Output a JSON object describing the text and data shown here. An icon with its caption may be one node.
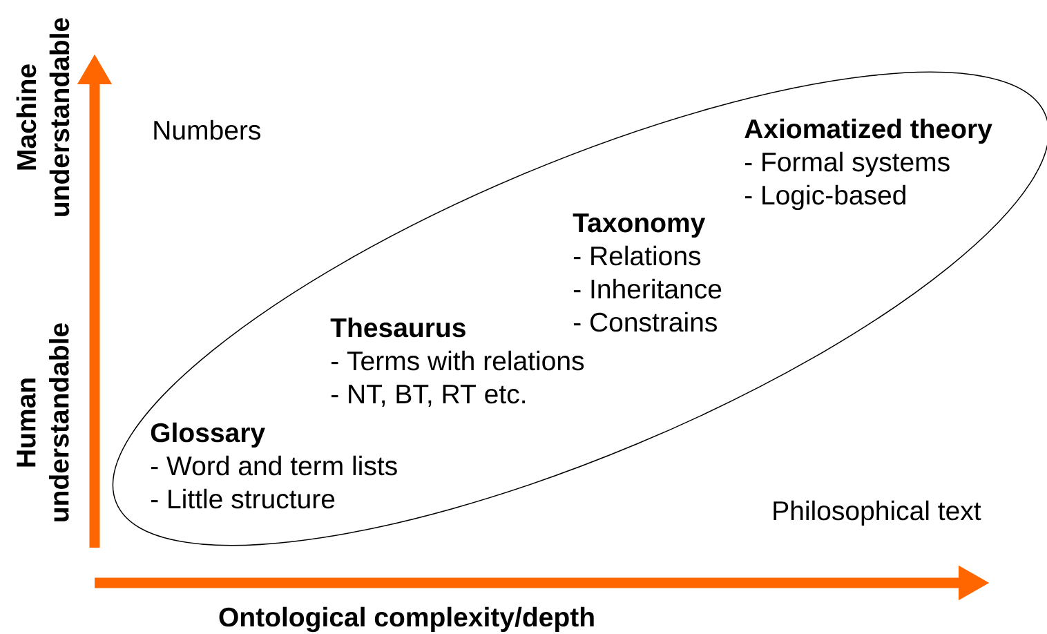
{
  "diagram": {
    "labels": [
      "Machine understandable",
      "Numbers",
      "Axiomatized theory",
      "- Formal systems",
      "- Logic-based",
      "Taxonomy",
      "- Relations",
      "- Inheritance",
      "- Constrains",
      "Thesaurus",
      "- Terms with relations",
      "- NT, BT, RT etc.",
      "Human understandable",
      "Glossary",
      "- Word and term lists",
      "- Little structure",
      "Philosophical text",
      "Ontological complexity/depth"
    ]
  }
}
